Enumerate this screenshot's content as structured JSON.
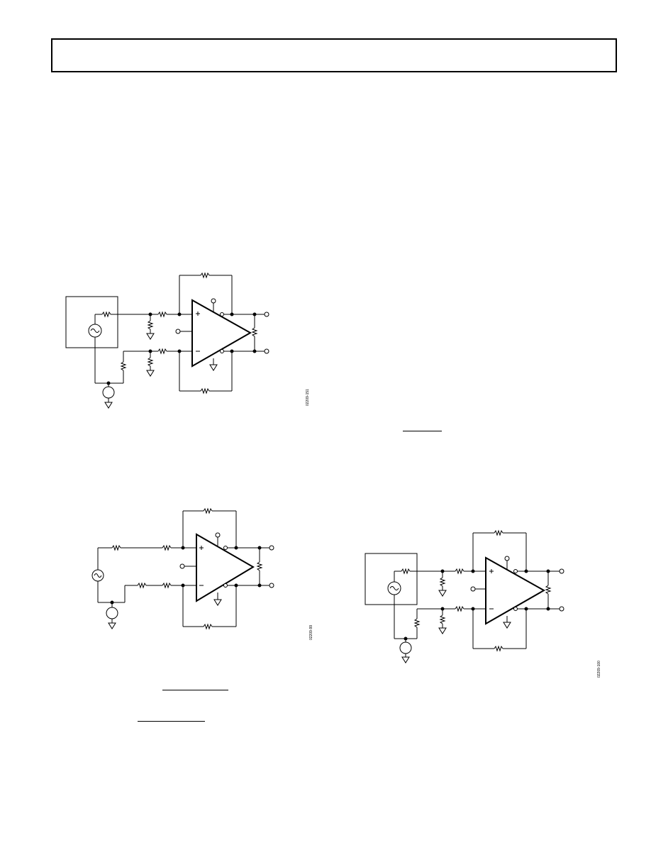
{
  "header": {
    "text": ""
  },
  "figures": [
    {
      "id": "fig-top-left",
      "code": "02209-151"
    },
    {
      "id": "fig-bottom-left",
      "code": "02209-99"
    },
    {
      "id": "fig-bottom-right",
      "code": "02209-100"
    }
  ]
}
